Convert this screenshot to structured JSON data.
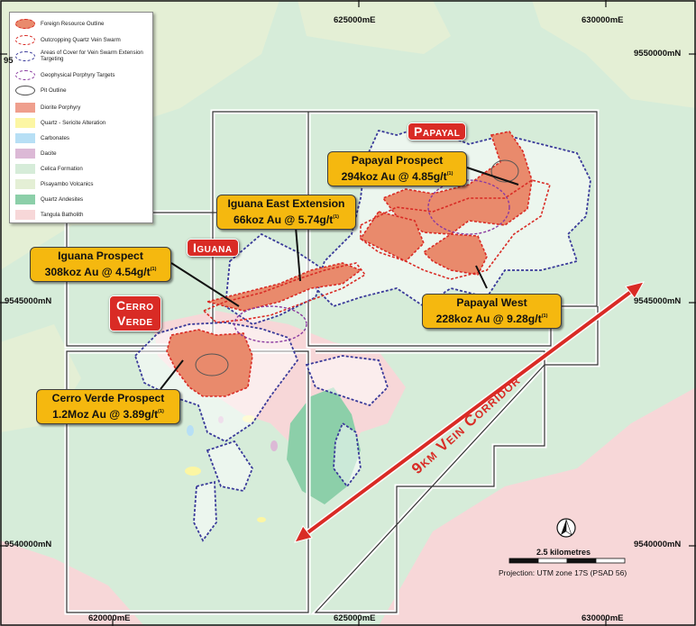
{
  "colors": {
    "celica": "#d6ecd9",
    "pisayambo": "#e4efd5",
    "andesite": "#8ccfa9",
    "tangula": "#f7d7d8",
    "diorite": "#ef9f8d",
    "resource": "#e98a6c",
    "quartz_sericite": "#fcf6a3",
    "carbonates": "#b7dff5",
    "dacite": "#dcb9d6",
    "callout": "#f5b80f",
    "red_label": "#d92b25",
    "cover_outline": "#3a3a9a",
    "porphyry_outline": "#8a3aa0",
    "vein_outline": "#d92b25"
  },
  "legend": [
    {
      "label": "Foreign Resource Outline",
      "icon": "resource-outline-swatch"
    },
    {
      "label": "Outcropping Quartz Vein Swarm",
      "icon": "vein-swarm-swatch"
    },
    {
      "label": "Areas of Cover for Vein Swarm Extension Targeting",
      "icon": "cover-area-swatch"
    },
    {
      "label": "Geophysical Porphyry Targets",
      "icon": "porphyry-target-swatch"
    },
    {
      "label": "Pit Outline",
      "icon": "pit-outline-swatch"
    },
    {
      "label": "Diorite Porphyry",
      "icon": "diorite-swatch"
    },
    {
      "label": "Quartz - Sericite Alteration",
      "icon": "quartz-sericite-swatch"
    },
    {
      "label": "Carbonates",
      "icon": "carbonates-swatch"
    },
    {
      "label": "Dacite",
      "icon": "dacite-swatch"
    },
    {
      "label": "Celica Formation",
      "icon": "celica-swatch"
    },
    {
      "label": "Pisayambo Volcanics",
      "icon": "pisayambo-swatch"
    },
    {
      "label": "Quartz Andesites",
      "icon": "andesite-swatch"
    },
    {
      "label": "Tangula Batholith",
      "icon": "tangula-swatch"
    }
  ],
  "callouts": {
    "papayal_prospect": {
      "line1": "Papayal Prospect",
      "line2": "294koz Au @ 4.85g/t",
      "sup": "(1)"
    },
    "iguana_east": {
      "line1": "Iguana East Extension",
      "line2": "66koz Au @ 5.74g/t",
      "sup": "(1)"
    },
    "iguana_prospect": {
      "line1": "Iguana Prospect",
      "line2": "308koz Au @ 4.54g/t",
      "sup": "(1)"
    },
    "papayal_west": {
      "line1": "Papayal West",
      "line2": "228koz Au @ 9.28g/t",
      "sup": "(1)"
    },
    "cerro_verde_prospect": {
      "line1": "Cerro Verde Prospect",
      "line2": "1.2Moz Au @ 3.89g/t",
      "sup": "(1)"
    }
  },
  "region_labels": {
    "papayal": "Papayal",
    "iguana": "Iguana",
    "cerro_line1": "Cerro",
    "cerro_line2": "Verde"
  },
  "corridor_label": "9km Vein Corridor",
  "coords": {
    "top_625": "625000mE",
    "top_630": "630000mE",
    "bottom_620": "620000mE",
    "bottom_625": "625000mE",
    "bottom_630": "630000mE",
    "left_9545": "9545000mN",
    "left_9540": "9540000mN",
    "right_9550": "9550000mN",
    "right_9545": "9545000mN",
    "right_9540": "9540000mN",
    "left_9550_partial": "95"
  },
  "scale": {
    "title": "2.5 kilometres"
  },
  "projection": "Projection: UTM zone 17S (PSAD 56)"
}
